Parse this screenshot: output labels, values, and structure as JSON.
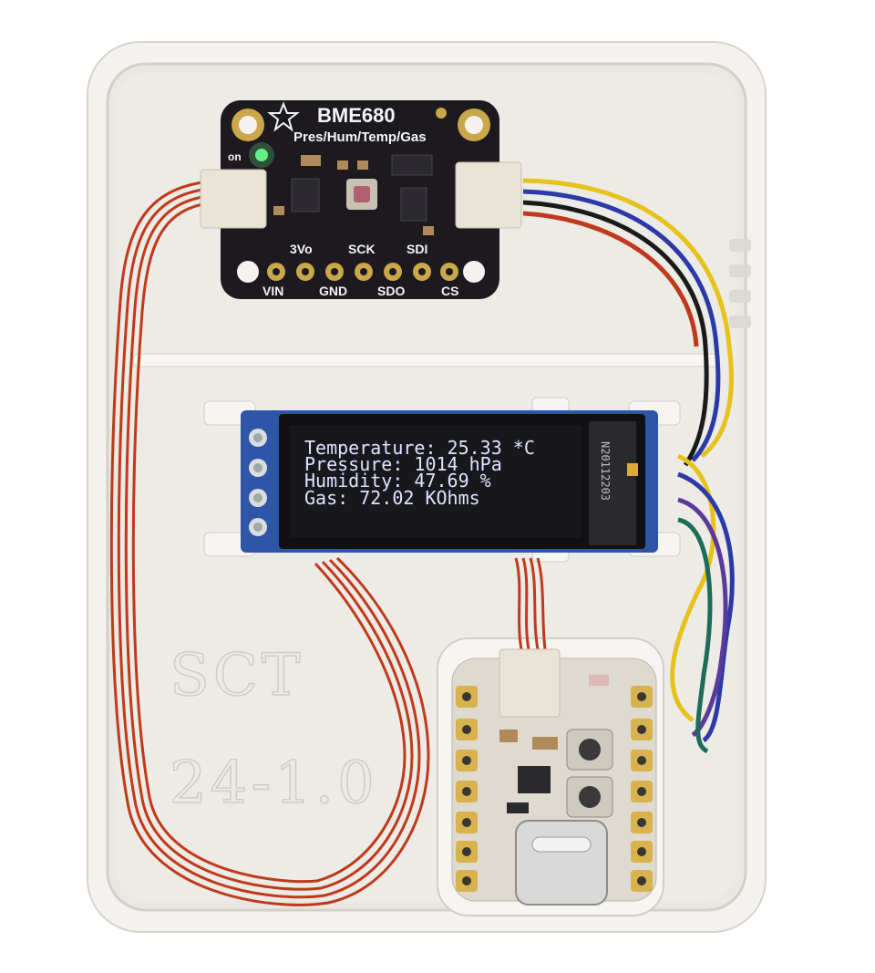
{
  "sensor_board": {
    "title": "BME680",
    "subtitle": "Pres/Hum/Temp/Gas",
    "on_label": "on",
    "pin_labels_top": [
      "3Vo",
      "SCK",
      "SDI"
    ],
    "pin_labels_bottom": [
      "VIN",
      "GND",
      "SDO",
      "CS"
    ]
  },
  "oled": {
    "lines": [
      "Temperature: 25.33 *C",
      "Pressure: 1014 hPa",
      "Humidity: 47.69 %",
      "Gas: 72.02 KOhms"
    ],
    "side_text": "N20112203"
  },
  "enclosure_engraving": {
    "line1": "SCT",
    "line2": "24-1.0"
  },
  "colors": {
    "enclosure": "#ecebe6",
    "pcb": "#1c1a1f",
    "oled_pcb": "#2d56a8",
    "wire_red": "#c0391b",
    "wire_yellow": "#e7c21a",
    "wire_blue": "#2b3aa8",
    "wire_green": "#1f6b5a",
    "wire_purple": "#5b3a9a",
    "qtpy_pcb": "#dedad0"
  },
  "icons": [
    "adafruit-star-icon",
    "green-led-icon",
    "usb-c-port-icon",
    "button-icon"
  ]
}
